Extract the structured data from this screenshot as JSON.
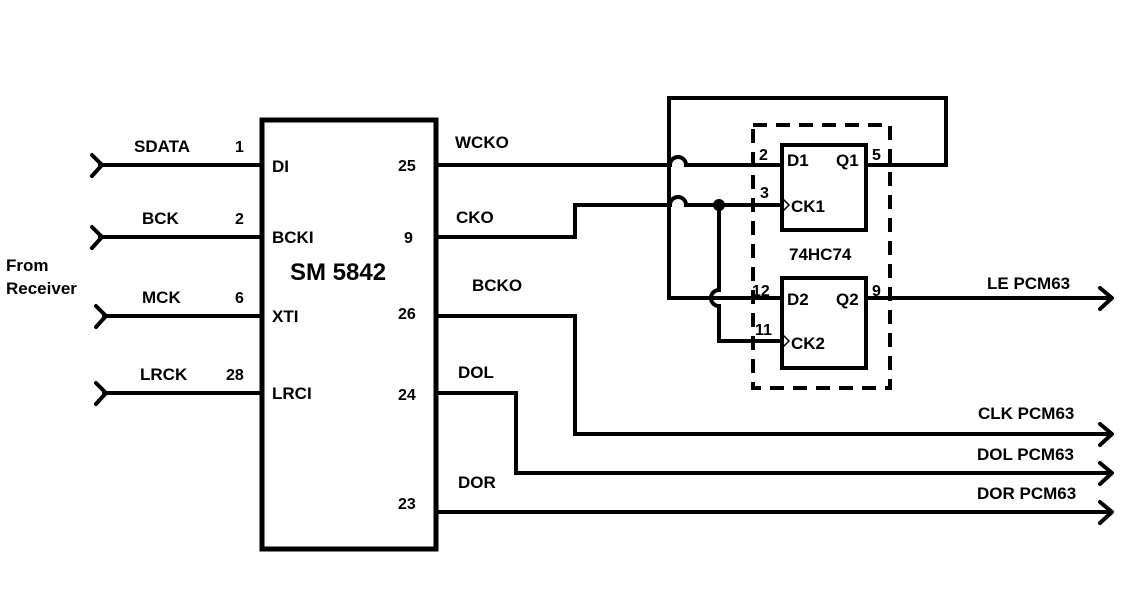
{
  "source": {
    "line1": "From",
    "line2": "Receiver"
  },
  "inputs": [
    {
      "signal": "SDATA",
      "pin": "1",
      "port": "DI"
    },
    {
      "signal": "BCK",
      "pin": "2",
      "port": "BCKI"
    },
    {
      "signal": "MCK",
      "pin": "6",
      "port": "XTI"
    },
    {
      "signal": "LRCK",
      "pin": "28",
      "port": "LRCI"
    }
  ],
  "chip": {
    "name": "SM 5842"
  },
  "outputs": [
    {
      "pin": "25",
      "signal": "WCKO"
    },
    {
      "pin": "9",
      "signal": "CKO"
    },
    {
      "pin": "26",
      "signal": "BCKO"
    },
    {
      "pin": "24",
      "signal": "DOL"
    },
    {
      "pin": "23",
      "signal": "DOR"
    }
  ],
  "flipflop": {
    "name": "74HC74",
    "ff1": {
      "d_pin": "2",
      "d_label": "D1",
      "ck_pin": "3",
      "ck_label": "CK1",
      "q_label": "Q1",
      "q_pin": "5"
    },
    "ff2": {
      "d_pin": "12",
      "d_label": "D2",
      "ck_pin": "11",
      "ck_label": "CK2",
      "q_label": "Q2",
      "q_pin": "9"
    }
  },
  "destinations": [
    {
      "label": "LE  PCM63"
    },
    {
      "label": "CLK  PCM63"
    },
    {
      "label": "DOL  PCM63"
    },
    {
      "label": "DOR  PCM63"
    }
  ]
}
